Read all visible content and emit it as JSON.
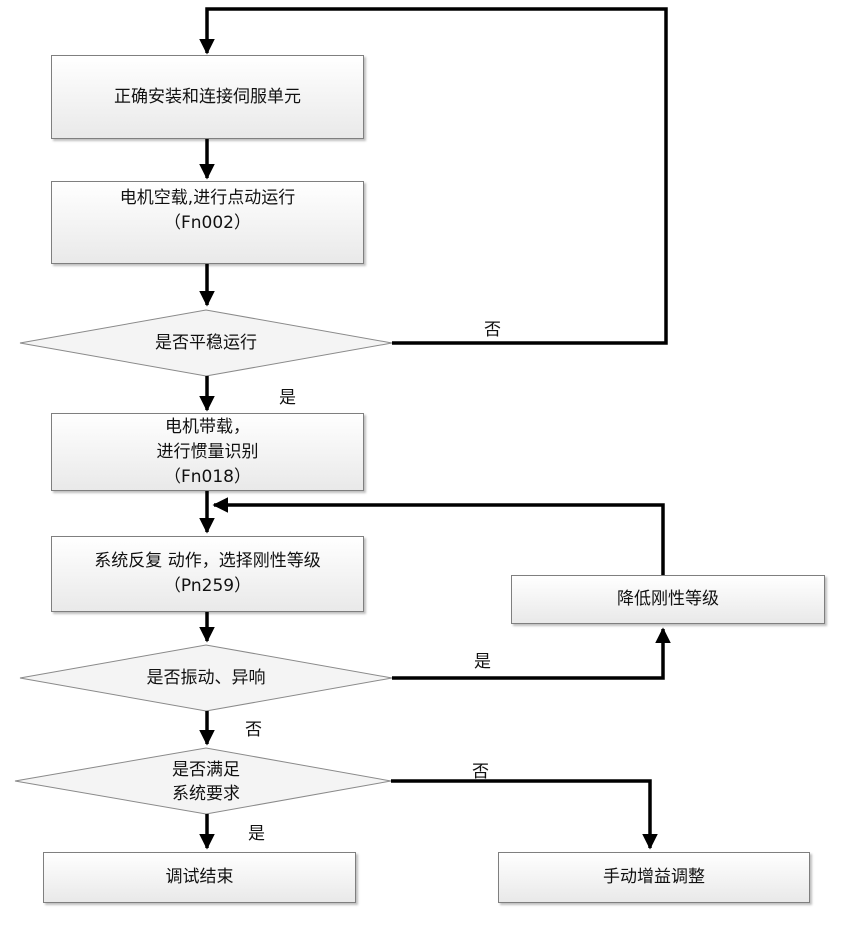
{
  "nodes": {
    "install": {
      "lines": [
        "正确安装和连接伺服单元"
      ]
    },
    "jog": {
      "lines": [
        "电机空载,进行点动运行",
        "（Fn002）"
      ]
    },
    "stable": {
      "lines": [
        "是否平稳运行"
      ]
    },
    "inertia": {
      "lines": [
        "电机带载，",
        "进行惯量识别",
        "（Fn018）"
      ]
    },
    "rigidity": {
      "lines": [
        "系统反复 动作，选择刚性等级",
        "（Pn259）"
      ]
    },
    "vibration": {
      "lines": [
        "是否振动、异响"
      ]
    },
    "lower": {
      "lines": [
        "降低刚性等级"
      ]
    },
    "requirement": {
      "lines": [
        "是否满足",
        "系统要求"
      ]
    },
    "finish": {
      "lines": [
        "调试结束"
      ]
    },
    "manual": {
      "lines": [
        "手动增益调整"
      ]
    }
  },
  "edge_labels": {
    "stable_no": "否",
    "stable_yes": "是",
    "vibration_yes": "是",
    "vibration_no": "否",
    "requirement_no": "否",
    "requirement_yes": "是"
  }
}
